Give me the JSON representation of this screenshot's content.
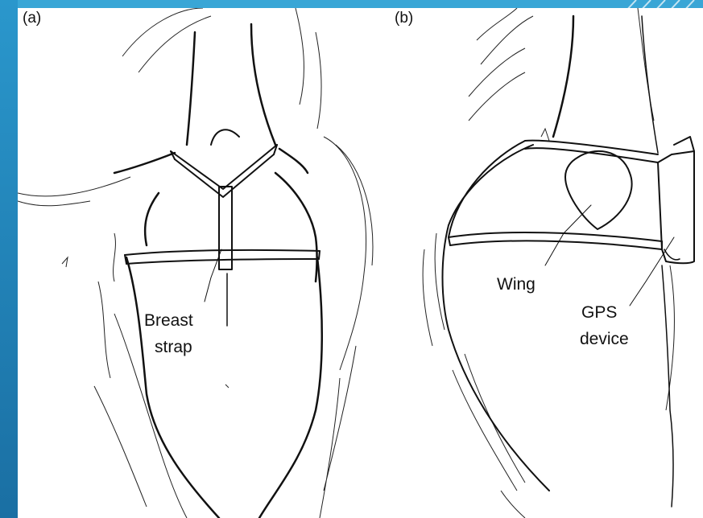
{
  "panels": {
    "a": {
      "label": "(a)",
      "annotation_line1": "Breast",
      "annotation_line2": "strap"
    },
    "b": {
      "label": "(b)",
      "wing_label": "Wing",
      "gps_line1": "GPS",
      "gps_line2": "device"
    }
  },
  "colors": {
    "frame_blue": "#2b8fc2",
    "ink": "#111111",
    "background": "#ffffff"
  }
}
